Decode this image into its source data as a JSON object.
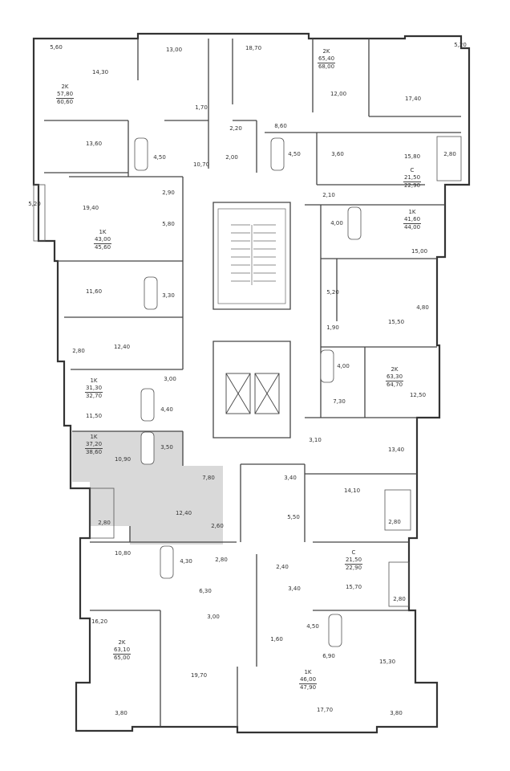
{
  "unit_markers": [
    {
      "type": "2K",
      "living": "57,80",
      "total": "60,60"
    },
    {
      "type": "2K",
      "living": "65,40",
      "total": "68,00"
    },
    {
      "type": "C",
      "living": "21,50",
      "total": "22,90"
    },
    {
      "type": "1K",
      "living": "43,00",
      "total": "45,60"
    },
    {
      "type": "1K",
      "living": "41,60",
      "total": "44,00"
    },
    {
      "type": "2K",
      "living": "63,30",
      "total": "64,70"
    },
    {
      "type": "1K",
      "living": "31,30",
      "total": "32,70"
    },
    {
      "type": "1K",
      "living": "37,20",
      "total": "38,60"
    },
    {
      "type": "C",
      "living": "21,50",
      "total": "22,90"
    },
    {
      "type": "2K",
      "living": "63,10",
      "total": "65,00"
    },
    {
      "type": "1K",
      "living": "46,00",
      "total": "47,90"
    }
  ],
  "room_areas": [
    "5,60",
    "14,30",
    "13,00",
    "18,70",
    "12,00",
    "5,20",
    "17,40",
    "1,70",
    "2,20",
    "8,60",
    "13,60",
    "4,50",
    "10,70",
    "2,00",
    "4,50",
    "3,60",
    "15,80",
    "2,80",
    "2,90",
    "2,10",
    "5,20",
    "19,40",
    "5,80",
    "4,00",
    "15,00",
    "11,60",
    "3,30",
    "5,20",
    "4,80",
    "1,90",
    "15,50",
    "2,80",
    "12,40",
    "3,00",
    "4,00",
    "12,50",
    "11,50",
    "4,40",
    "7,30",
    "3,10",
    "3,50",
    "10,90",
    "13,40",
    "7,80",
    "3,40",
    "14,10",
    "2,80",
    "12,40",
    "5,50",
    "2,60",
    "2,80",
    "10,80",
    "4,30",
    "2,80",
    "2,40",
    "15,70",
    "6,30",
    "3,40",
    "2,80",
    "3,00",
    "16,20",
    "4,50",
    "1,60",
    "6,90",
    "15,30",
    "19,70",
    "17,70",
    "3,80",
    "3,80"
  ]
}
